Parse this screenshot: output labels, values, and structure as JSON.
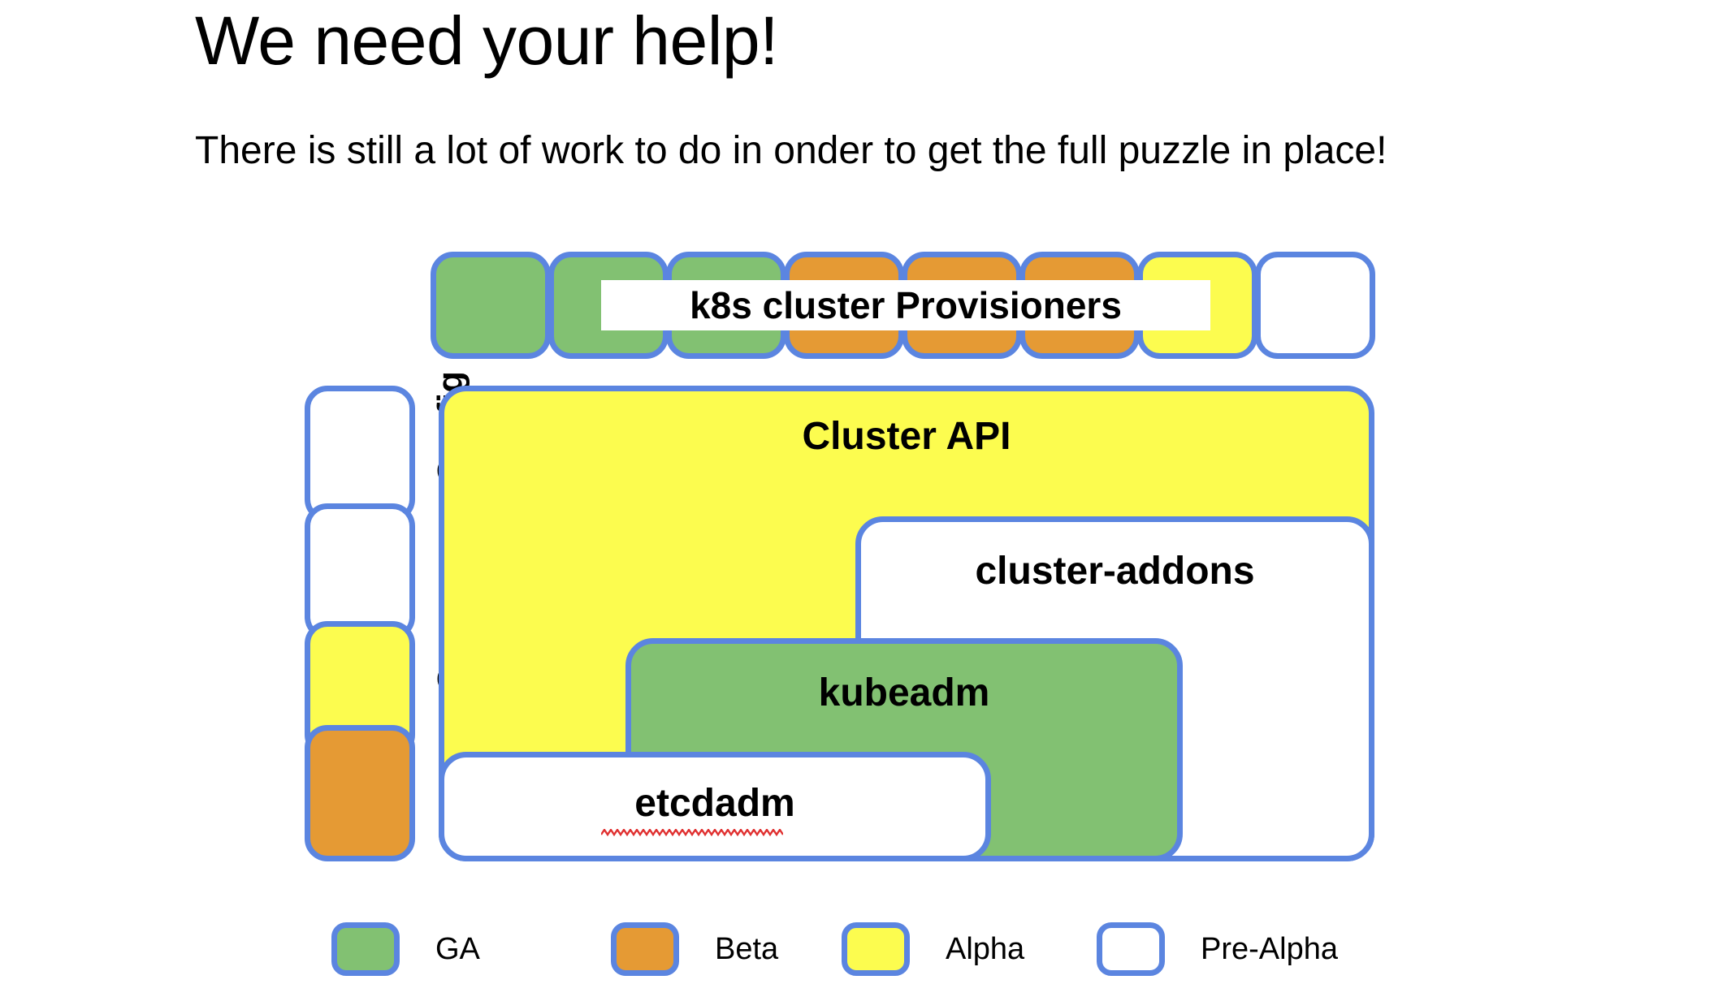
{
  "slide": {
    "title": "We need your help!",
    "subtitle": "There is still a lot of work to do in onder to get the full puzzle in place!"
  },
  "colors": {
    "ga": "#82c172",
    "beta": "#e59a34",
    "alpha": "#fcfc4f",
    "pre_alpha": "#ffffff",
    "outline": "#5b85e0",
    "text": "#000000",
    "background": "#ffffff",
    "spellcheck_underline": "#e03030"
  },
  "diagram": {
    "provisioners": {
      "label": "k8s cluster Provisioners",
      "tiles": [
        {
          "status": "GA",
          "color": "#82c172"
        },
        {
          "status": "GA",
          "color": "#82c172"
        },
        {
          "status": "GA",
          "color": "#82c172"
        },
        {
          "status": "Beta",
          "color": "#e59a34"
        },
        {
          "status": "Beta",
          "color": "#e59a34"
        },
        {
          "status": "Beta",
          "color": "#e59a34"
        },
        {
          "status": "Alpha",
          "color": "#fcfc4f"
        },
        {
          "status": "Pre-Alpha",
          "color": "#ffffff"
        }
      ]
    },
    "component_config": {
      "label": "Component Config",
      "orientation": "vertical",
      "tiles": [
        {
          "status": "Pre-Alpha",
          "color": "#ffffff"
        },
        {
          "status": "Pre-Alpha",
          "color": "#ffffff"
        },
        {
          "status": "Alpha",
          "color": "#fcfc4f"
        },
        {
          "status": "Beta",
          "color": "#e59a34"
        }
      ]
    },
    "pieces": [
      {
        "label": "Cluster API",
        "status": "Alpha",
        "color": "#fcfc4f"
      },
      {
        "label": "cluster-addons",
        "status": "Pre-Alpha",
        "color": "#ffffff"
      },
      {
        "label": "kubeadm",
        "status": "GA",
        "color": "#82c172"
      },
      {
        "label": "etcdadm",
        "status": "Pre-Alpha",
        "color": "#ffffff",
        "spellcheck_flagged": true
      }
    ]
  },
  "legend": {
    "items": [
      {
        "label": "GA",
        "color": "#82c172",
        "swatch": "green"
      },
      {
        "label": "Beta",
        "color": "#e59a34",
        "swatch": "orange"
      },
      {
        "label": "Alpha",
        "color": "#fcfc4f",
        "swatch": "yellow"
      },
      {
        "label": "Pre-Alpha",
        "color": "#ffffff",
        "swatch": "white"
      }
    ]
  }
}
